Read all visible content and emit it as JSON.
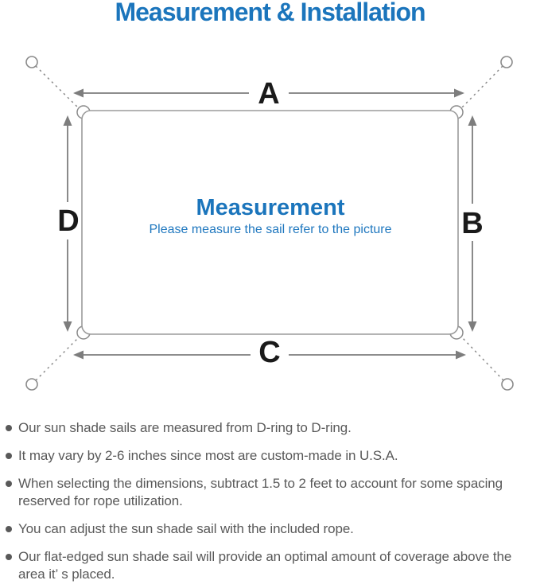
{
  "header": {
    "title": "Measurement & Installation"
  },
  "colors": {
    "accent_blue": "#1b75bc",
    "body_text_gray": "#595959",
    "line_gray": "#8a8a8a",
    "arrow_gray": "#7d7d7d",
    "label_black": "#1a1a1a"
  },
  "diagram": {
    "labels": {
      "top": "A",
      "right": "B",
      "bottom": "C",
      "left": "D"
    },
    "center": {
      "title": "Measurement",
      "subtitle": "Please measure the sail refer to the picture"
    }
  },
  "notes": [
    "Our sun shade sails are measured from D-ring to D-ring.",
    "It may vary by 2-6 inches since most are custom-made in U.S.A.",
    "When selecting the dimensions, subtract 1.5 to 2 feet to account for some spacing reserved for rope utilization.",
    "You can adjust the sun shade sail with the included rope.",
    "Our flat-edged sun shade sail will provide an optimal amount of coverage above the area it’ s placed."
  ]
}
